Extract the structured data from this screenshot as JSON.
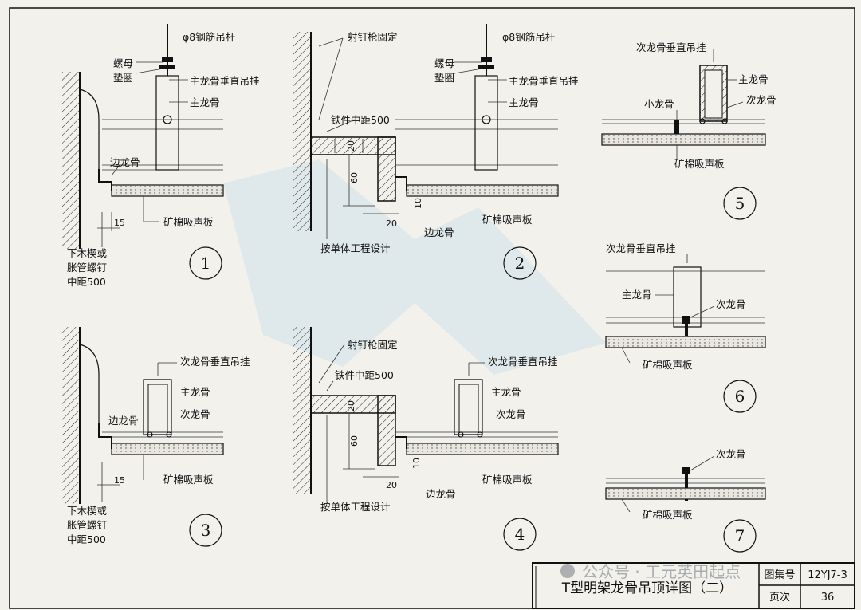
{
  "labels": {
    "rod": "φ8钢筋吊杆",
    "nut": "螺母",
    "washer": "垫圈",
    "main_hanger": "主龙骨垂直吊挂",
    "main_keel": "主龙骨",
    "edge_keel": "边龙骨",
    "mineral_board": "矿棉吸声板",
    "wood_plug_l1": "下木楔或",
    "wood_plug_l2": "胀管螺钉",
    "wood_plug_l3": "中距500",
    "nail_gun": "射钉枪固定",
    "iron_spacing": "铁件中距500",
    "by_design": "按单体工程设计",
    "sec_hanger": "次龙骨垂直吊挂",
    "sec_keel": "次龙骨",
    "small_keel": "小龙骨"
  },
  "dims": {
    "d15": "15",
    "d20": "20",
    "d60": "60",
    "d10": "10"
  },
  "details": [
    "1",
    "2",
    "3",
    "4",
    "5",
    "6",
    "7"
  ],
  "title_block": {
    "title": "T型明架龙骨吊顶详图（二）",
    "atlas_label": "图集号",
    "atlas_no": "12YJ7-3",
    "page_label": "页次",
    "page_no": "36"
  },
  "watermark": "公众号 · 工元英田起点"
}
